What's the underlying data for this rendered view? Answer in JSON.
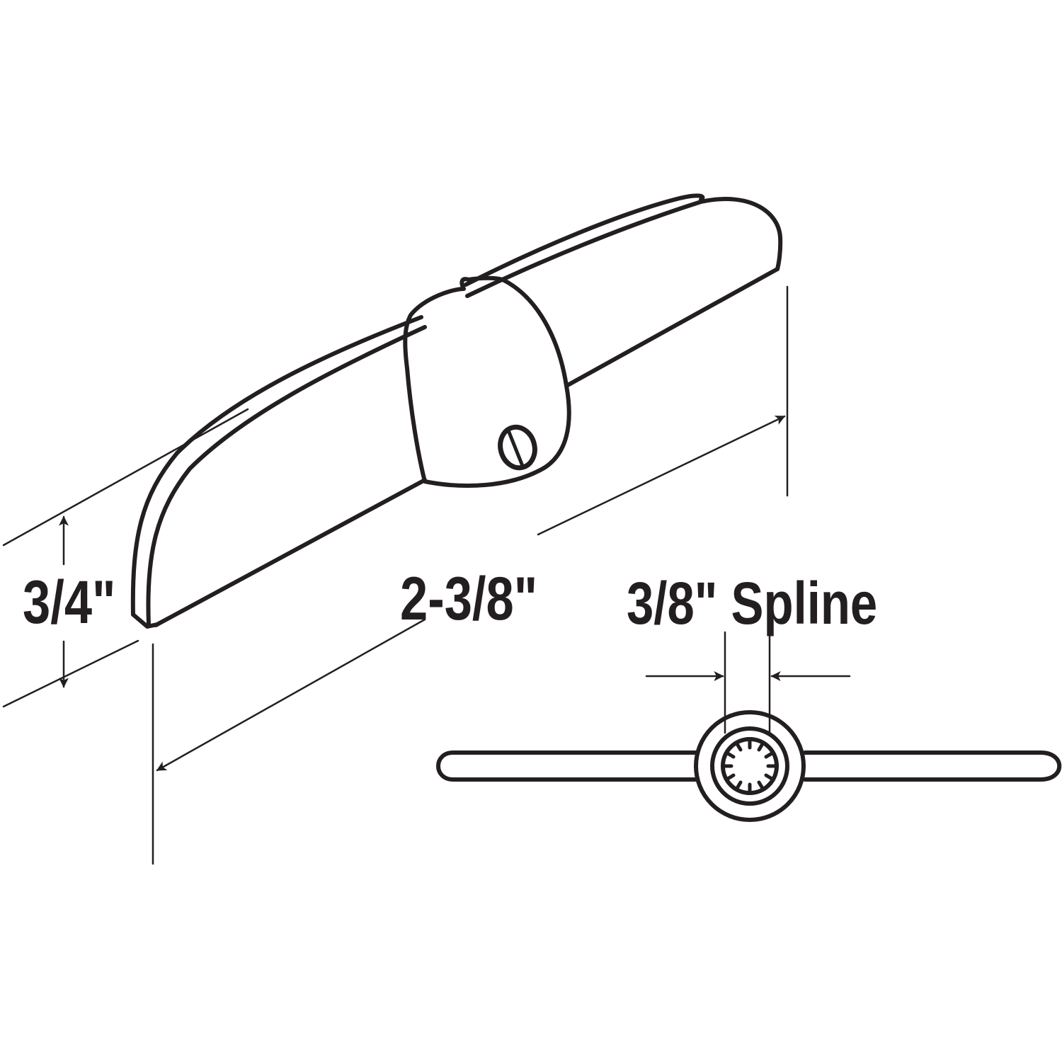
{
  "diagram": {
    "subject": "window-crank-handle",
    "views": [
      "isometric-handle-view",
      "end-spline-view"
    ],
    "dimensions": {
      "height": {
        "label": "3/4\""
      },
      "length": {
        "label": "2-3/8\""
      },
      "spline": {
        "label": "3/8\" Spline"
      }
    },
    "colors": {
      "line": "#231f20",
      "background": "#ffffff"
    }
  }
}
